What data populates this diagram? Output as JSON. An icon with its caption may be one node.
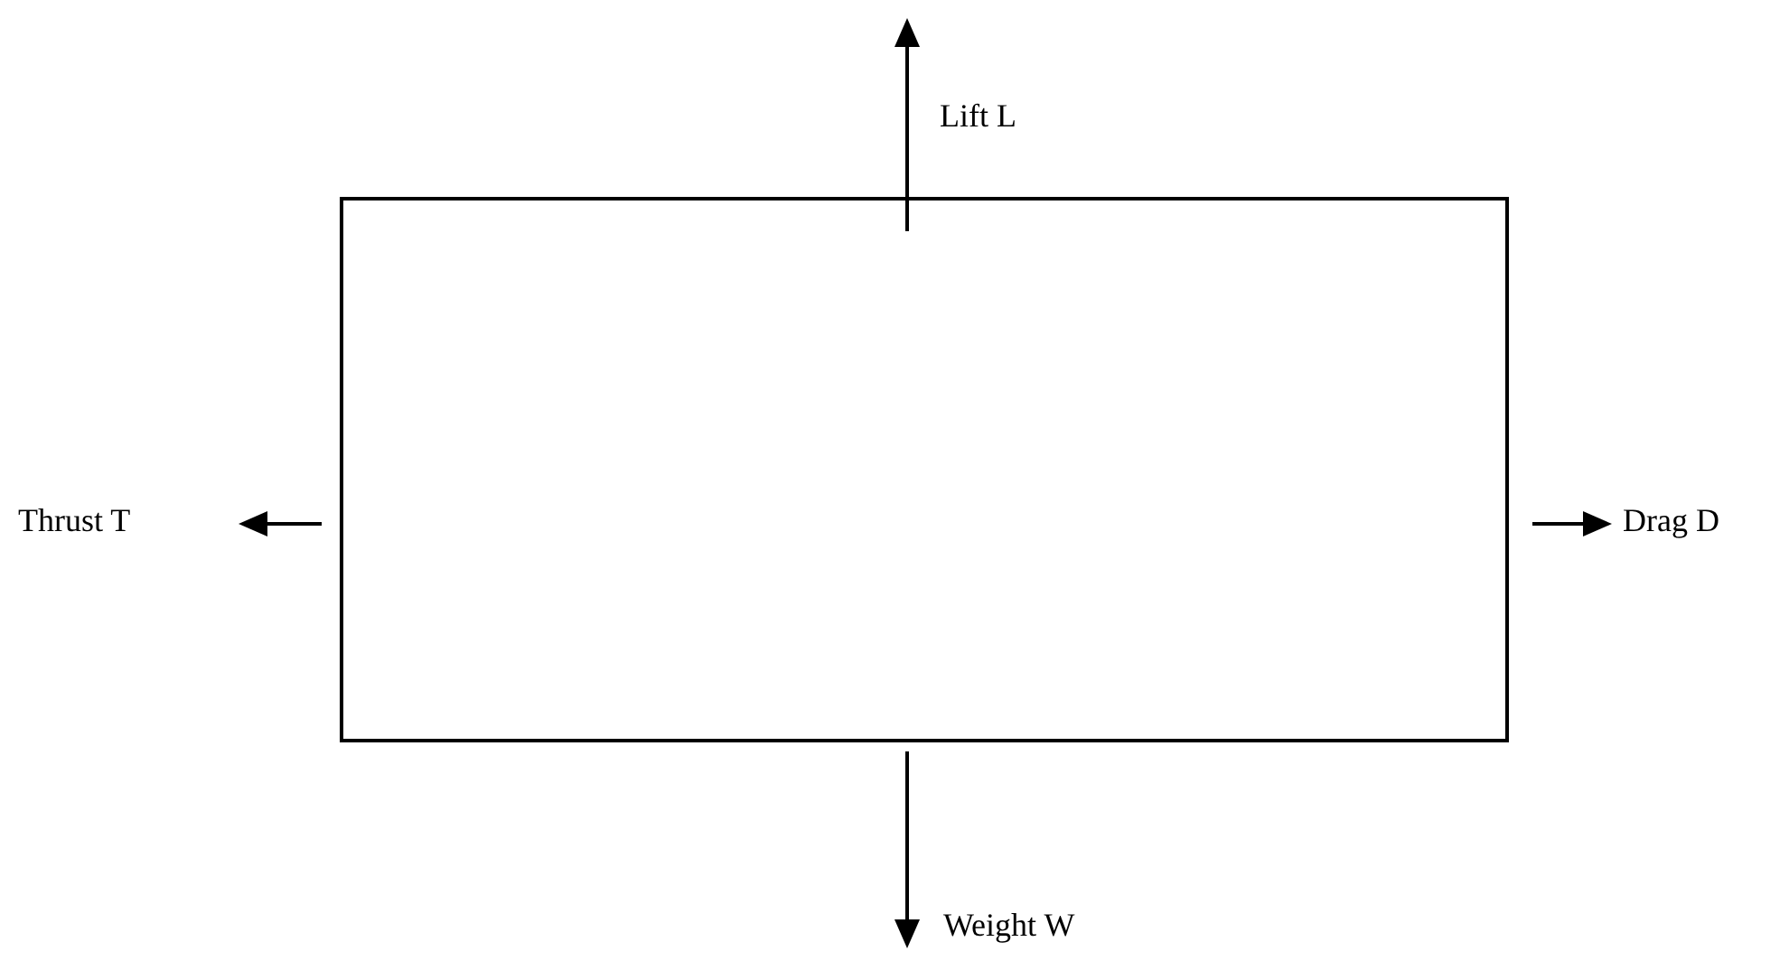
{
  "diagram": {
    "nodes": [
      {
        "text": [],
        "shape": "box"
      }
    ],
    "labels": [
      "Lift L",
      "Thrust T",
      "Drag D",
      "Weight W"
    ]
  }
}
